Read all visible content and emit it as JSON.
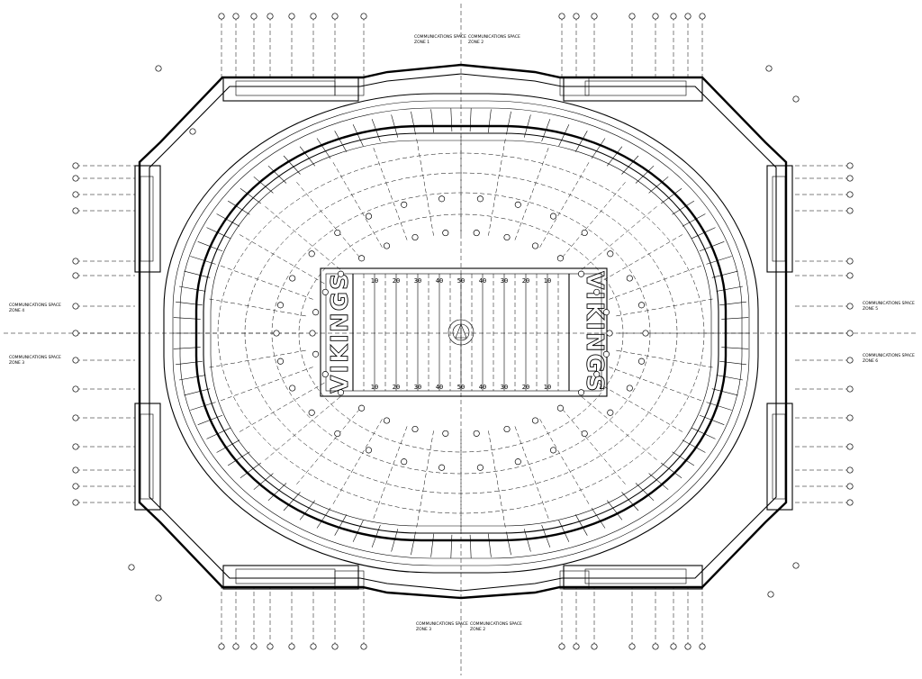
{
  "zone_labels": {
    "top_left": [
      "COMMUNICATIONS SPACE",
      "ZONE 1"
    ],
    "top_right": [
      "COMMUNICATIONS SPACE",
      "ZONE 2"
    ],
    "left_upper": [
      "COMMUNICATIONS SPACE",
      "ZONE 4"
    ],
    "left_lower": [
      "COMMUNICATIONS SPACE",
      "ZONE 3"
    ],
    "right_upper": [
      "COMMUNICATIONS SPACE",
      "ZONE 5"
    ],
    "right_lower": [
      "COMMUNICATIONS SPACE",
      "ZONE 6"
    ],
    "bottom_left": [
      "COMMUNICATIONS SPACE",
      "ZONE 3"
    ],
    "bottom_right": [
      "COMMUNICATIONS SPACE",
      "ZONE 2"
    ]
  },
  "field": {
    "yard_numbers": [
      "10",
      "20",
      "30",
      "40",
      "50",
      "40",
      "30",
      "20",
      "10"
    ],
    "endzone_left": "VIKINGS",
    "endzone_right": "VIKINGS"
  }
}
